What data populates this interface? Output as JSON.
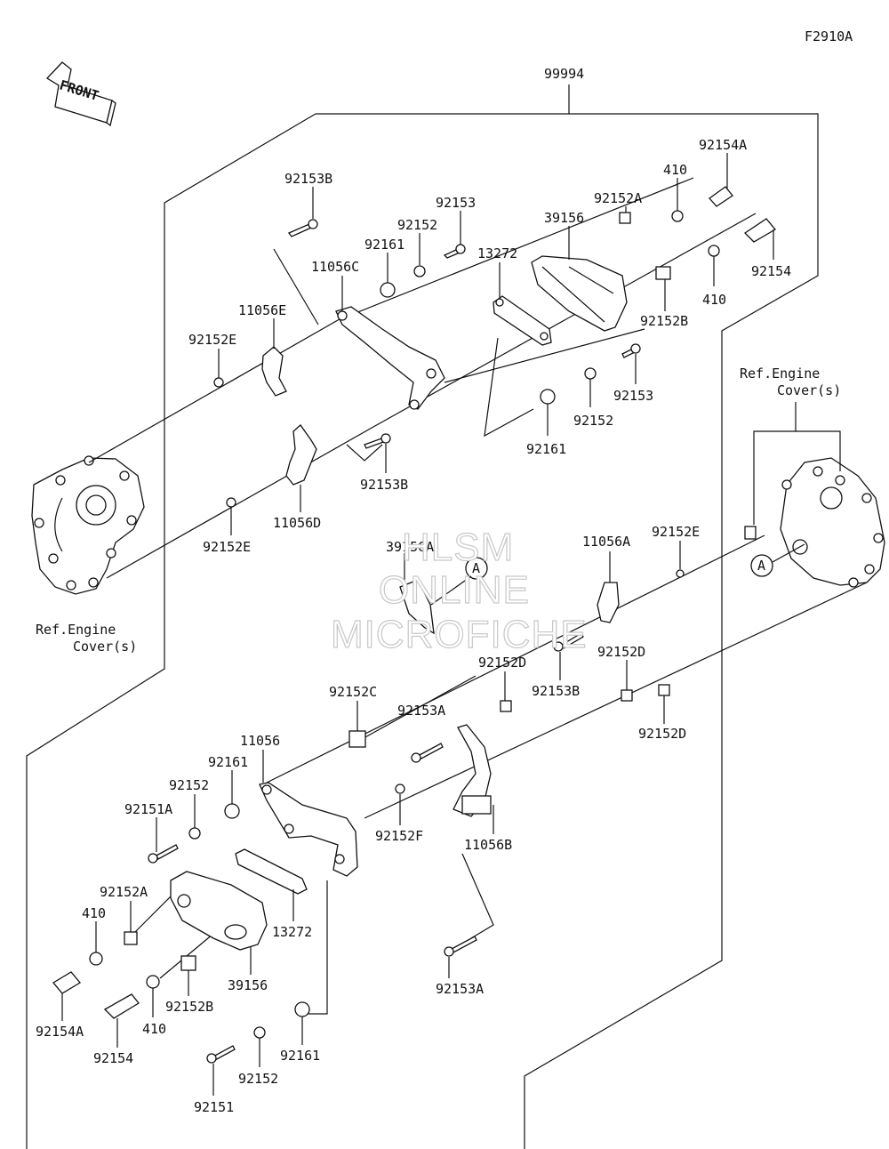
{
  "figure_code": "F2910A",
  "front_arrow": "FRONT",
  "assembly_label": "99994",
  "ref_note_left": [
    "Ref.Engine",
    "Cover(s)"
  ],
  "ref_note_right": [
    "Ref.Engine",
    "Cover(s)"
  ],
  "circle_marker": "A",
  "watermark": [
    "HLSM",
    "ONLINE",
    "MICROFICHE"
  ],
  "labels": {
    "l_92153B_top": "92153B",
    "l_92153_top": "92153",
    "l_92152_top": "92152",
    "l_92161_top": "92161",
    "l_11056C": "11056C",
    "l_11056E": "11056E",
    "l_92152E_left": "92152E",
    "l_13272_top": "13272",
    "l_39156_top": "39156",
    "l_92152A_top": "92152A",
    "l_410_top": "410",
    "l_92154A_top": "92154A",
    "l_92154_top": "92154",
    "l_410_mid": "410",
    "l_92152B_top": "92152B",
    "l_92153_mid": "92153",
    "l_92152_mid": "92152",
    "l_92161_mid": "92161",
    "l_92153B_mid": "92153B",
    "l_11056D": "11056D",
    "l_92152E_low": "92152E",
    "l_39156A": "39156A",
    "l_11056A": "11056A",
    "l_92152E_right": "92152E",
    "l_92152D_a": "92152D",
    "l_92152D_b": "92152D",
    "l_92152D_c": "92152D",
    "l_92153B_right": "92153B",
    "l_92152C": "92152C",
    "l_92153A_mid": "92153A",
    "l_11056": "11056",
    "l_92161_low": "92161",
    "l_92152_low": "92152",
    "l_92151A": "92151A",
    "l_92152F": "92152F",
    "l_11056B": "11056B",
    "l_92152A_low": "92152A",
    "l_410_low1": "410",
    "l_13272_low": "13272",
    "l_39156_low": "39156",
    "l_92154A_low": "92154A",
    "l_92152B_low": "92152B",
    "l_410_low2": "410",
    "l_92154_low": "92154",
    "l_92153A_low": "92153A",
    "l_92161_bottom": "92161",
    "l_92152_bottom": "92152",
    "l_92151": "92151"
  }
}
